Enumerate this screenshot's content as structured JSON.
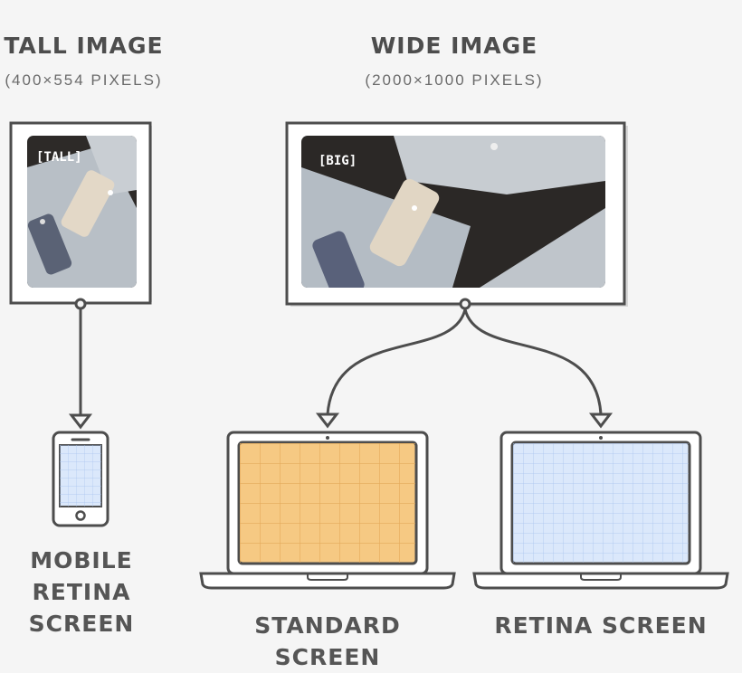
{
  "tall_image": {
    "title": "TALL IMAGE",
    "size": "(400×554 PIXELS)",
    "tag": "[TALL]"
  },
  "wide_image": {
    "title": "WIDE IMAGE",
    "size": "(2000×1000 PIXELS)",
    "tag": "[BIG]"
  },
  "screens": {
    "mobile": "MOBILE\nRETINA\nSCREEN",
    "standard": "STANDARD SCREEN",
    "retina": "RETINA SCREEN"
  },
  "colors": {
    "outline": "#4d4d4d",
    "standard_screen": "#f6c983",
    "standard_grid": "#e4a95a",
    "retina_screen": "#dbe8fb",
    "retina_grid": "#a9c4ef"
  }
}
